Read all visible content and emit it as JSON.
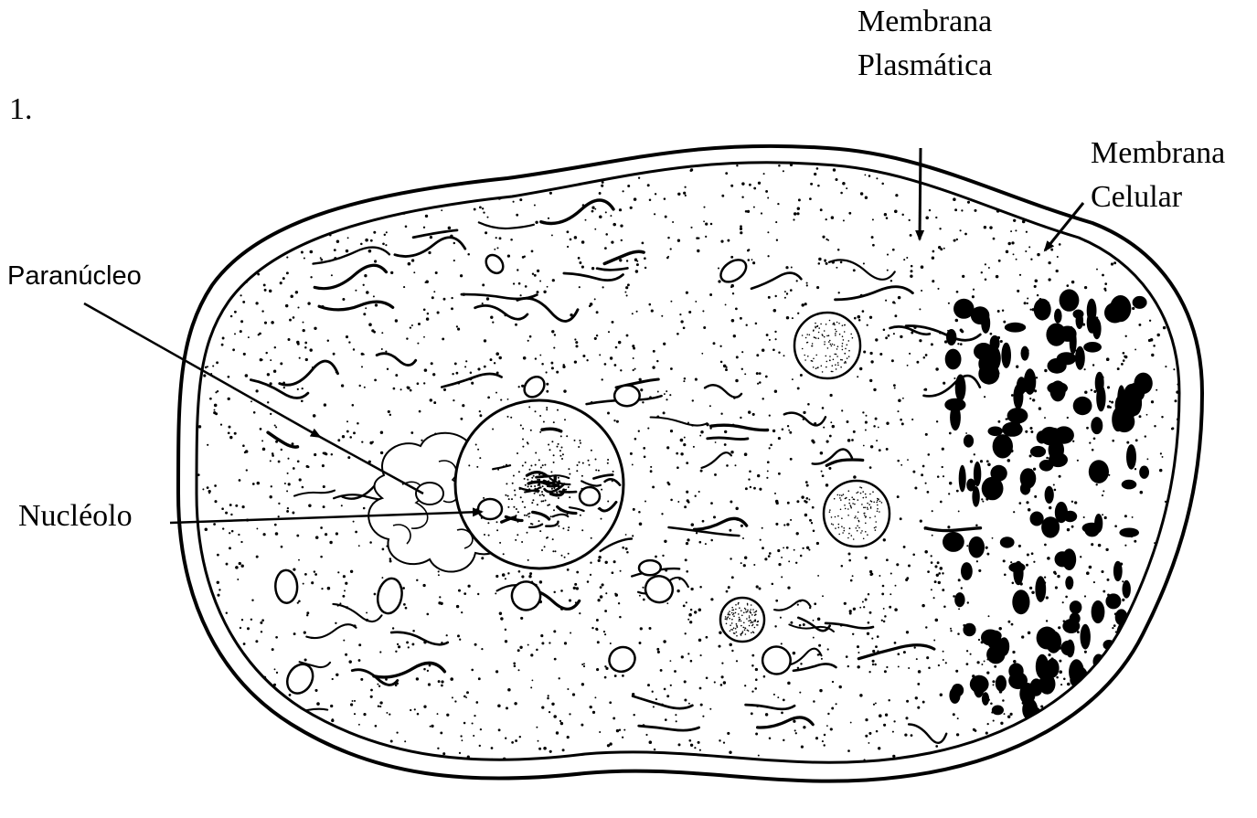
{
  "figure": {
    "number": "1.",
    "labels": {
      "paranucleo": "Paranúcleo",
      "nucleolo": "Nucléolo",
      "membrana_plasmatica": [
        "Membrana",
        "Plasmática"
      ],
      "membrana_celular": [
        "Membrana",
        "Celular"
      ]
    }
  },
  "colors": {
    "ink": "#000000",
    "paper": "#ffffff"
  }
}
